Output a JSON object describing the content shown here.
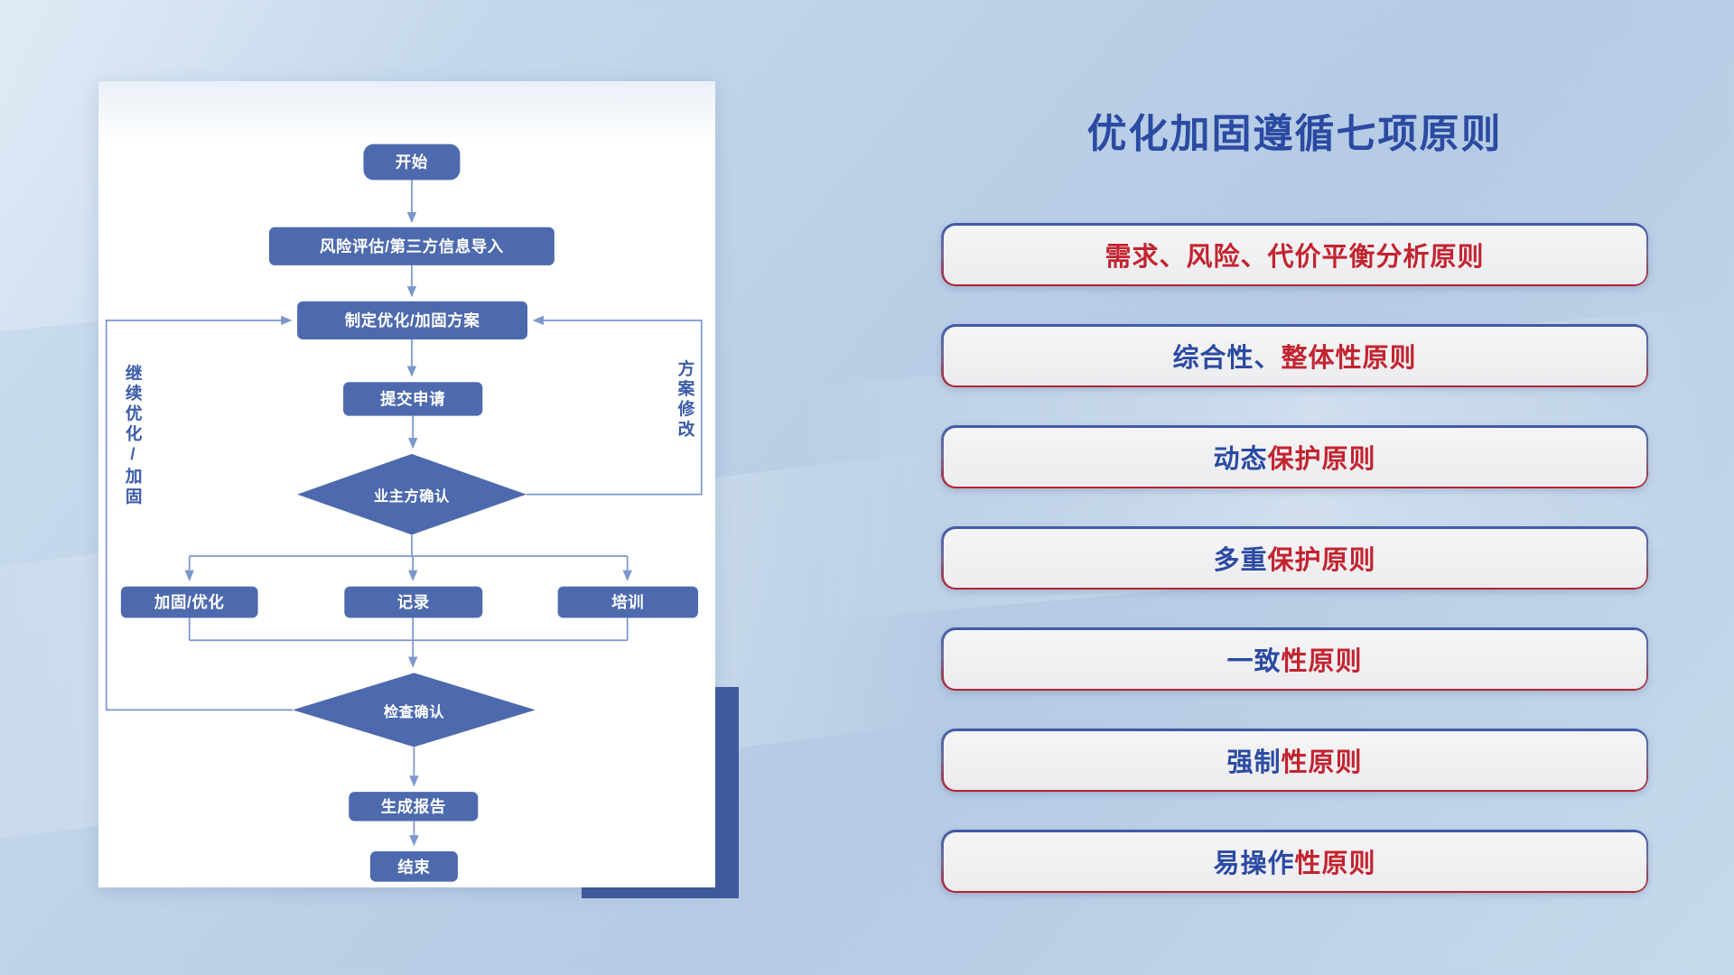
{
  "colors": {
    "title_blue": "#2b4aa2",
    "principle_red": "#c22430",
    "node_blue": "#4d6aae",
    "connector_blue": "#7c97cc"
  },
  "flowchart": {
    "nodes": {
      "start": "开始",
      "risk_import": "风险评估/第三方信息导入",
      "make_plan": "制定优化/加固方案",
      "submit": "提交申请",
      "owner_confirm": "业主方确认",
      "reinforce": "加固/优化",
      "record": "记录",
      "training": "培训",
      "check_confirm": "检查确认",
      "report": "生成报告",
      "end": "结束"
    },
    "labels": {
      "continue_loop": "继续优化/加固",
      "plan_revise": "方案修改"
    }
  },
  "panel": {
    "title": "优化加固遵循七项原则",
    "principles": [
      {
        "blue": "",
        "red": "需求、风险、代价平衡分析原则"
      },
      {
        "blue": "综合性、",
        "red": "整体性原则"
      },
      {
        "blue": "动态",
        "red": "保护原则"
      },
      {
        "blue": "多重",
        "red": "保护原则"
      },
      {
        "blue": "一致",
        "red": "性原则"
      },
      {
        "blue": "强制",
        "red": "性原则"
      },
      {
        "blue": "易操作",
        "red": "性原则"
      }
    ]
  }
}
